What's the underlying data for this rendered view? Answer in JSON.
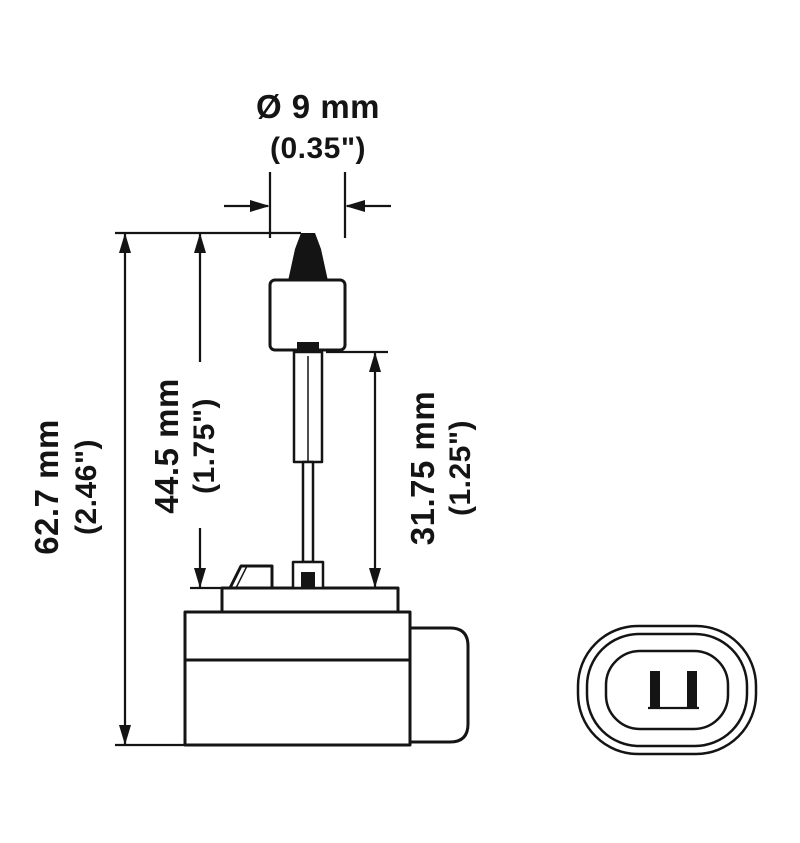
{
  "colors": {
    "background": "#ffffff",
    "line": "#141414"
  },
  "dimensions": {
    "diameter": {
      "metric": "Ø 9 mm",
      "imperial": "(0.35\")"
    },
    "overall_length": {
      "metric": "62.7 mm",
      "imperial": "(2.46\")"
    },
    "tip_to_seat_length": {
      "metric": "44.5 mm",
      "imperial": "(1.75\")"
    },
    "light_center_length": {
      "metric": "31.75 mm",
      "imperial": "(1.25\")"
    }
  }
}
